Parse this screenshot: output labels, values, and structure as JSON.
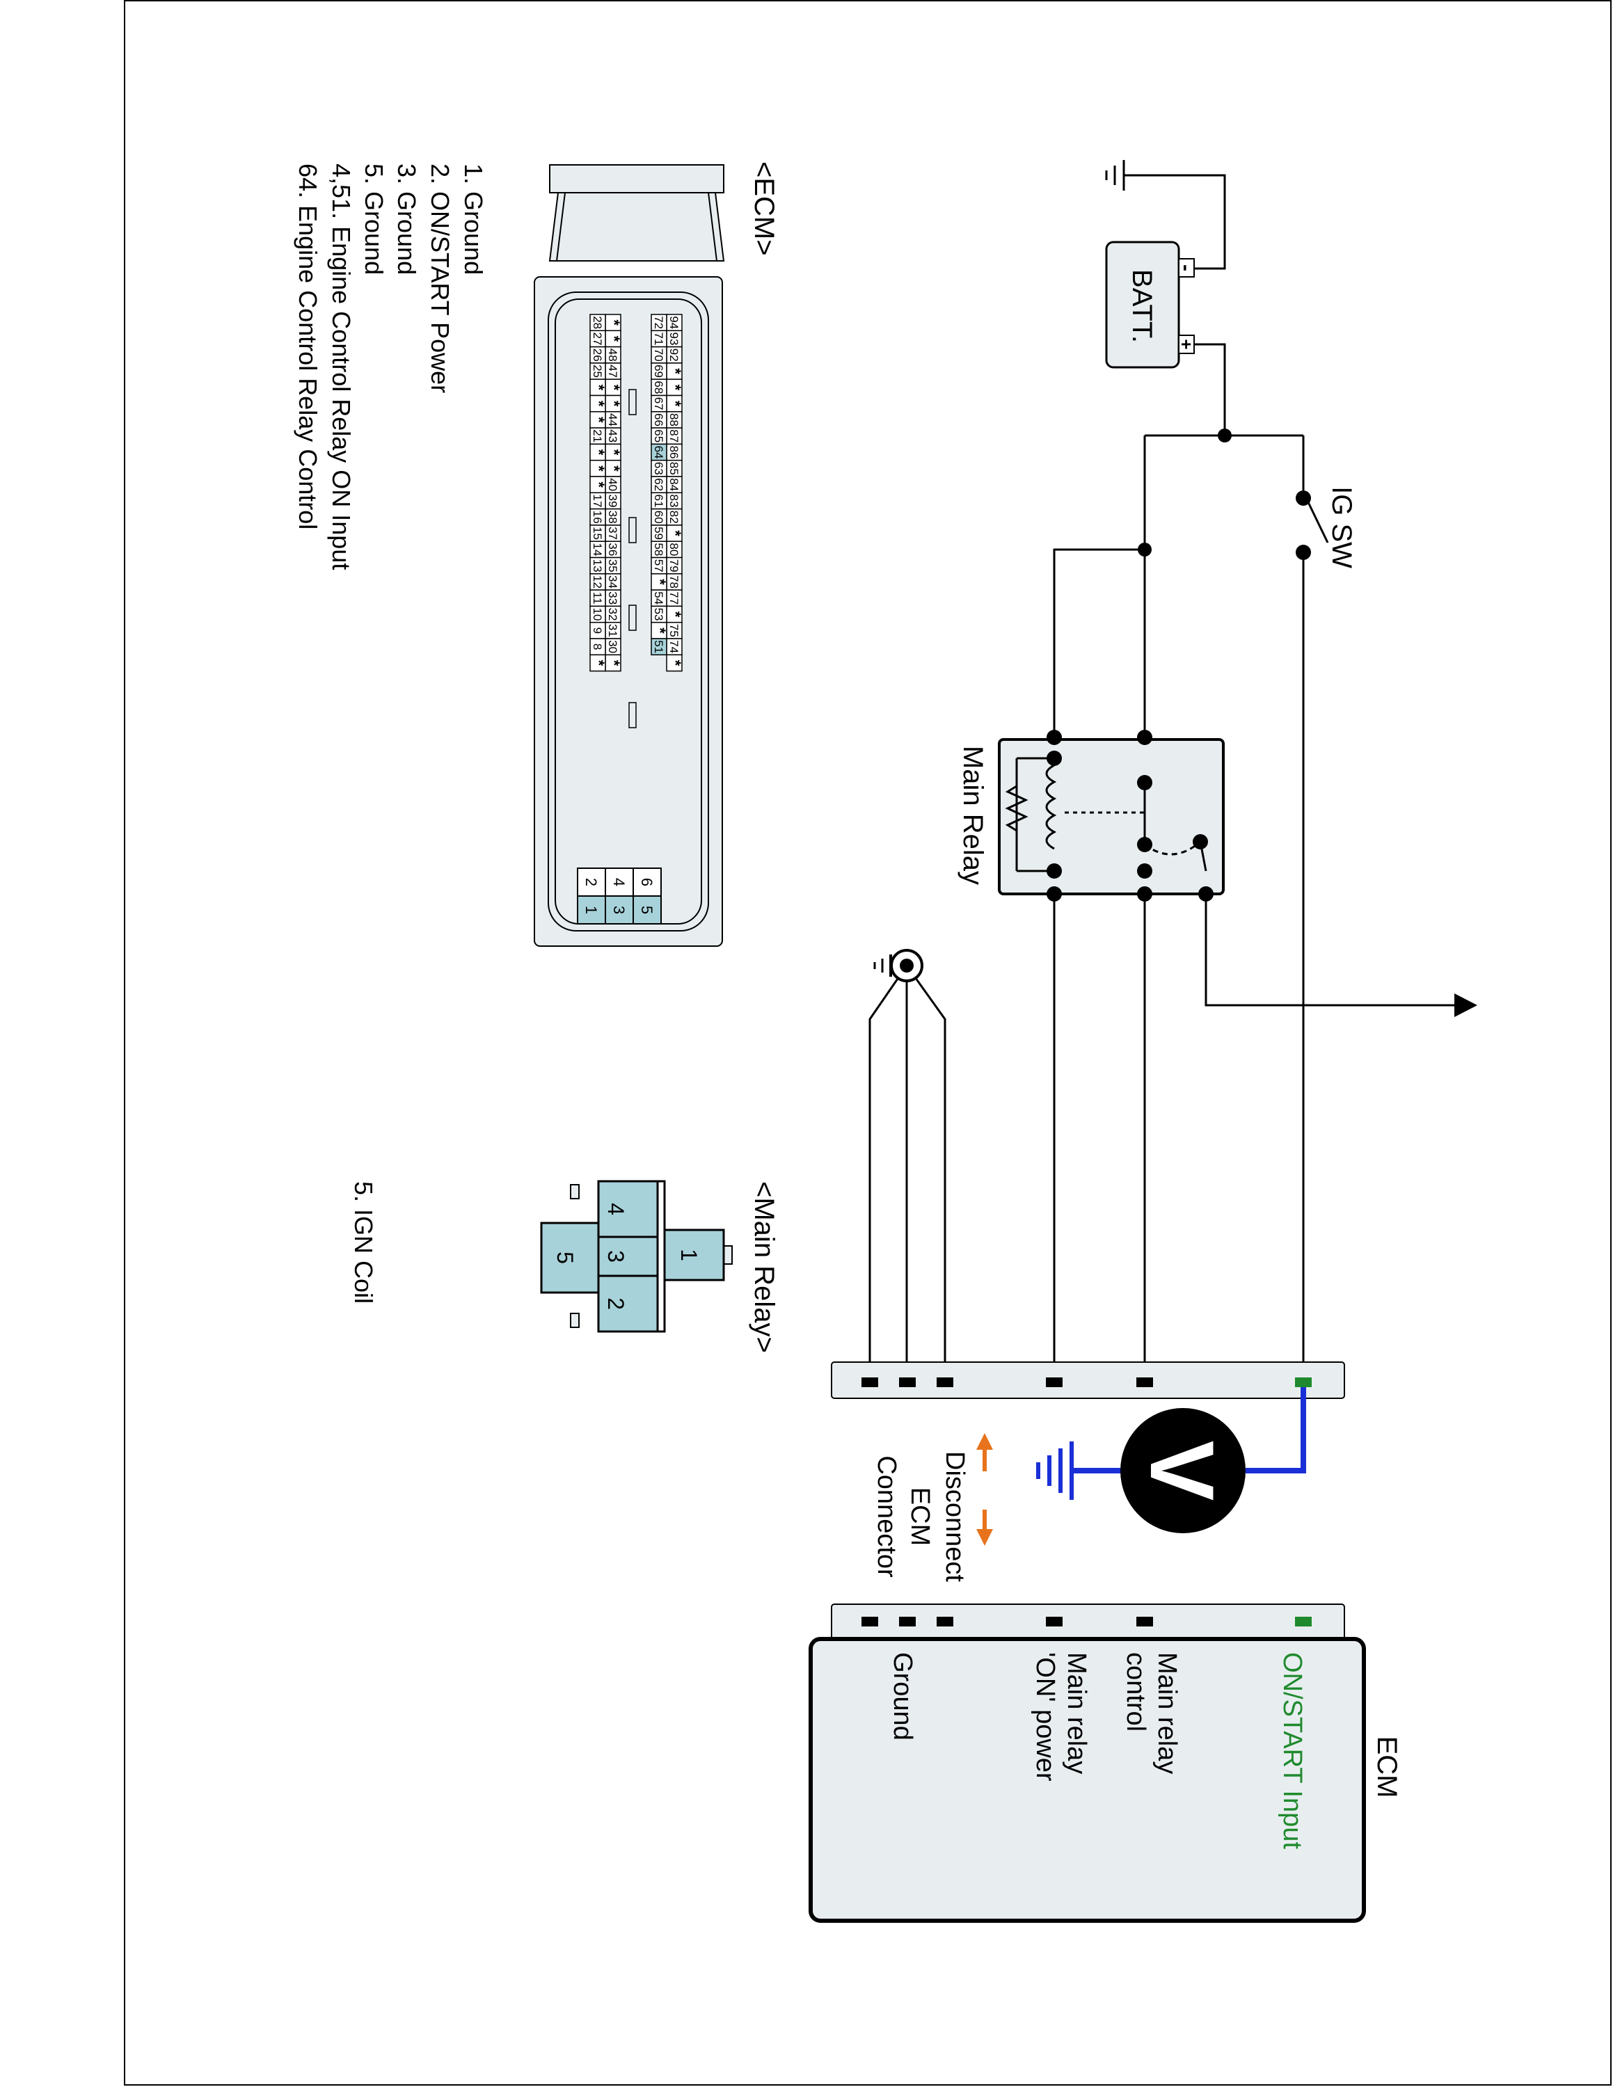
{
  "labels": {
    "batt": "BATT.",
    "batt_minus": "-",
    "batt_plus": "+",
    "ig_sw": "IG SW",
    "main_relay": "Main Relay",
    "voltmeter": "V",
    "disconnect_lines": [
      "Disconnect",
      "ECM",
      "Connector"
    ]
  },
  "ecm_block": {
    "title": "ECM",
    "pins": [
      {
        "name": "ON/START Input",
        "lines": [
          "ON/START Input"
        ],
        "highlight": true
      },
      {
        "name": "Main relay control",
        "lines": [
          "Main relay",
          "control"
        ]
      },
      {
        "name": "Main relay 'ON' power",
        "lines": [
          "Main relay",
          "'ON' power"
        ]
      },
      {
        "name": "Ground",
        "lines": [
          "Ground"
        ]
      }
    ]
  },
  "ecm_connector": {
    "title": "<ECM>",
    "rows": [
      [
        "94",
        "93",
        "92",
        "*",
        "*",
        "*",
        "88",
        "87",
        "86",
        "85",
        "84",
        "83",
        "82",
        "*",
        "80",
        "79",
        "78",
        "77",
        "*",
        "75",
        "74",
        "*"
      ],
      [
        "72",
        "71",
        "70",
        "69",
        "68",
        "67",
        "66",
        "65",
        "64",
        "63",
        "62",
        "61",
        "60",
        "59",
        "58",
        "57",
        "*",
        "54",
        "53",
        "*",
        "51"
      ],
      [
        "*",
        "*",
        "48",
        "47",
        "*",
        "*",
        "44",
        "43",
        "*",
        "*",
        "40",
        "39",
        "38",
        "37",
        "36",
        "35",
        "34",
        "33",
        "32",
        "31",
        "30",
        "*"
      ],
      [
        "28",
        "27",
        "26",
        "25",
        "*",
        "*",
        "*",
        "21",
        "*",
        "*",
        "*",
        "17",
        "16",
        "15",
        "14",
        "13",
        "12",
        "11",
        "10",
        "9",
        "8",
        "*"
      ]
    ],
    "highlighted_pins": [
      "64",
      "51"
    ],
    "small_block": [
      [
        "6",
        "5"
      ],
      [
        "4",
        "3"
      ],
      [
        "2",
        "1"
      ]
    ],
    "small_block_highlighted": [
      "5",
      "3",
      "1"
    ],
    "legend": [
      "1. Ground",
      "2. ON/START Power",
      "3. Ground",
      "5. Ground",
      "4,51. Engine Control Relay ON Input",
      "64. Engine Control Relay Control"
    ]
  },
  "main_relay_connector": {
    "title": "<Main Relay>",
    "pins": [
      "1",
      "2",
      "3",
      "4",
      "5"
    ],
    "legend": [
      "5. IGN Coil"
    ]
  },
  "colors": {
    "highlight_text": "#1f8a2d",
    "probe_wire": "#1a2fd6",
    "arrow": "#e8731c",
    "connector_fill": "#a8d2da",
    "panel_fill": "#e8eef0"
  }
}
